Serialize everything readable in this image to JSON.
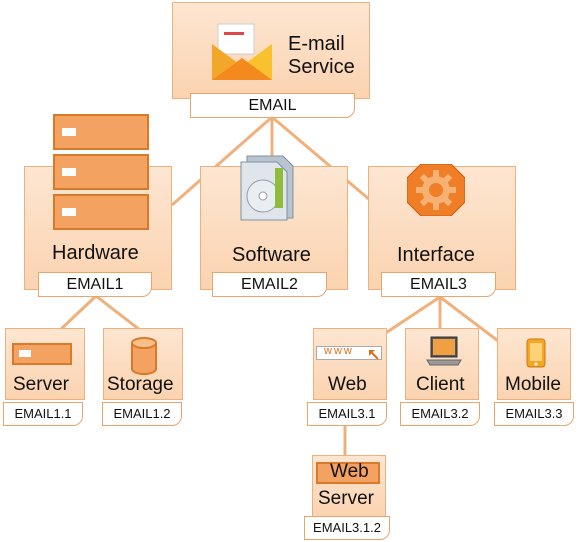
{
  "diagram": {
    "root": {
      "label_line1": "E-mail",
      "label_line2": "Service",
      "tag": "EMAIL"
    },
    "hardware": {
      "label": "Hardware",
      "tag": "EMAIL1"
    },
    "software": {
      "label": "Software",
      "tag": "EMAIL2"
    },
    "interface": {
      "label": "Interface",
      "tag": "EMAIL3"
    },
    "server": {
      "label": "Server",
      "tag": "EMAIL1.1"
    },
    "storage": {
      "label": "Storage",
      "tag": "EMAIL1.2"
    },
    "web": {
      "label": "Web",
      "tag": "EMAIL3.1",
      "icon_text": "www"
    },
    "client": {
      "label": "Client",
      "tag": "EMAIL3.2"
    },
    "mobile": {
      "label": "Mobile",
      "tag": "EMAIL3.3"
    },
    "web_server": {
      "label_line1": "Web",
      "label_line2": "Server",
      "tag": "EMAIL3.1.2"
    }
  },
  "colors": {
    "card": "#fbd3b0",
    "border": "#f0b07c",
    "connector": "#f0b07c",
    "accent": "#f07e26"
  }
}
